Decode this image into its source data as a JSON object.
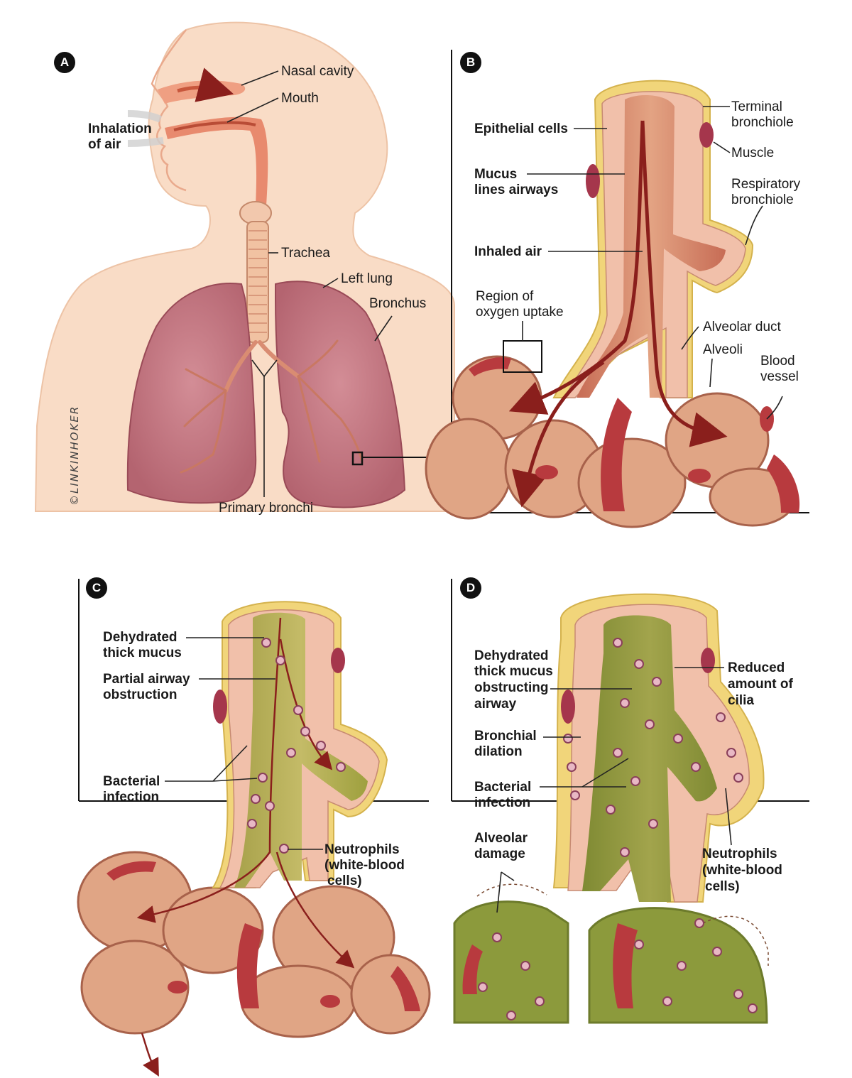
{
  "panels": {
    "a": {
      "badge": "A",
      "labels": {
        "nasal_cavity": "Nasal cavity",
        "mouth": "Mouth",
        "inhalation_line1": "Inhalation",
        "inhalation_line2": "of air",
        "trachea": "Trachea",
        "left_lung": "Left lung",
        "bronchus": "Bronchus",
        "primary_bronchi": "Primary bronchi"
      },
      "signature": "©LINKINHOKER"
    },
    "b": {
      "badge": "B",
      "labels": {
        "epithelial_cells": "Epithelial cells",
        "mucus_line1": "Mucus",
        "mucus_line2": "lines airways",
        "inhaled_air": "Inhaled air",
        "region_line1": "Region of",
        "region_line2": "oxygen uptake",
        "terminal_line1": "Terminal",
        "terminal_line2": "bronchiole",
        "muscle": "Muscle",
        "respiratory_line1": "Respiratory",
        "respiratory_line2": "bronchiole",
        "alveolar_duct": "Alveolar duct",
        "alveoli": "Alveoli",
        "blood_line1": "Blood",
        "blood_line2": "vessel"
      }
    },
    "c": {
      "badge": "C",
      "labels": {
        "dehydrated_line1": "Dehydrated",
        "dehydrated_line2": "thick mucus",
        "partial_line1": "Partial airway",
        "partial_line2": "obstruction",
        "bacterial_line1": "Bacterial",
        "bacterial_line2": "infection",
        "neutrophils_line1": "Neutrophils",
        "neutrophils_line2": "(white-blood",
        "neutrophils_line3": "cells)"
      }
    },
    "d": {
      "badge": "D",
      "labels": {
        "dehydrated_line1": "Dehydrated",
        "dehydrated_line2": "thick mucus",
        "dehydrated_line3": "obstructing",
        "dehydrated_line4": "airway",
        "reduced_line1": "Reduced",
        "reduced_line2": "amount of",
        "reduced_line3": "cilia",
        "bronchial_line1": "Bronchial",
        "bronchial_line2": "dilation",
        "bacterial_line1": "Bacterial",
        "bacterial_line2": "infection",
        "alveolar_line1": "Alveolar",
        "alveolar_line2": "damage",
        "neutrophils_line1": "Neutrophils",
        "neutrophils_line2": "(white-blood",
        "neutrophils_line3": "cells)"
      }
    }
  },
  "colors": {
    "skin": "#f9dcc6",
    "skin_outline": "#e8b99a",
    "lung": "#c77a86",
    "lung_dark": "#a4505f",
    "airway": "#e9a68a",
    "tissue": "#e7b195",
    "tissue_dark": "#b9725c",
    "epithelium": "#f3c6b6",
    "yellow_wall": "#f1d57a",
    "blood": "#b8343c",
    "mucus_green": "#8e9c3c",
    "air_arrow": "#8a1f1c"
  }
}
